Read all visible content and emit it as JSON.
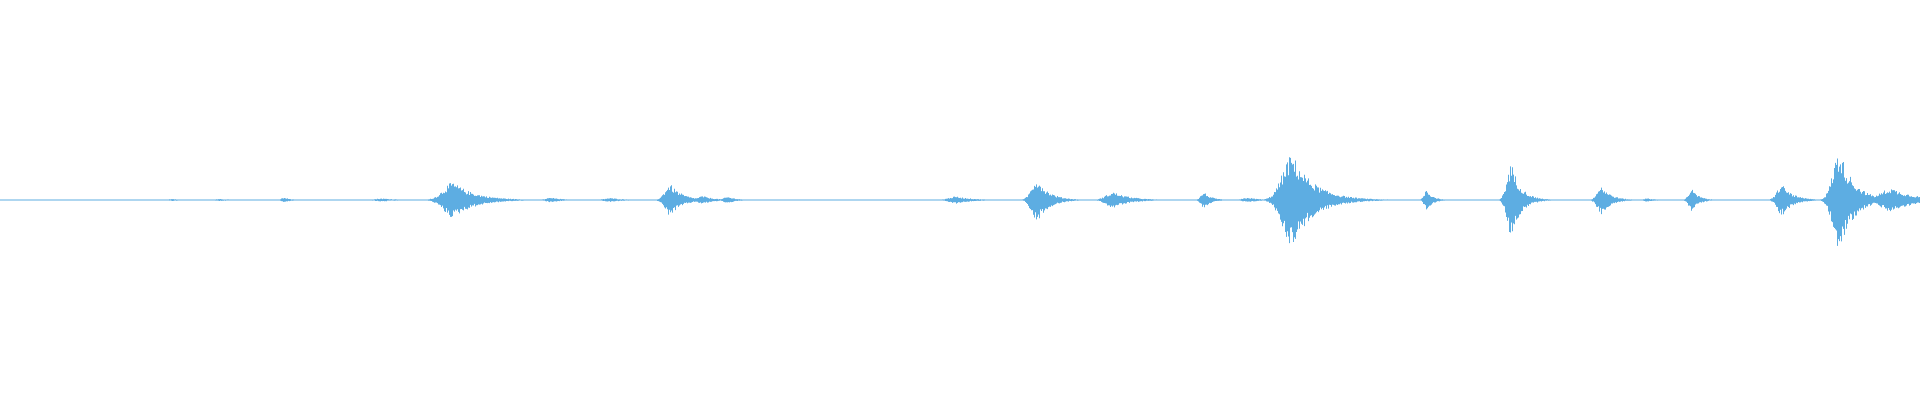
{
  "waveform": {
    "color": "#5dade2",
    "bursts": [
      {
        "t": 0.09,
        "w": 0.01,
        "a": 0.005
      },
      {
        "t": 0.115,
        "w": 0.012,
        "a": 0.005
      },
      {
        "t": 0.148,
        "w": 0.006,
        "a": 0.012
      },
      {
        "t": 0.199,
        "w": 0.014,
        "a": 0.008
      },
      {
        "t": 0.236,
        "w": 0.018,
        "a": 0.09
      },
      {
        "t": 0.287,
        "w": 0.01,
        "a": 0.012
      },
      {
        "t": 0.318,
        "w": 0.012,
        "a": 0.01
      },
      {
        "t": 0.349,
        "w": 0.01,
        "a": 0.08
      },
      {
        "t": 0.366,
        "w": 0.01,
        "a": 0.02
      },
      {
        "t": 0.379,
        "w": 0.008,
        "a": 0.016
      },
      {
        "t": 0.498,
        "w": 0.014,
        "a": 0.018
      },
      {
        "t": 0.54,
        "w": 0.01,
        "a": 0.11
      },
      {
        "t": 0.58,
        "w": 0.014,
        "a": 0.04
      },
      {
        "t": 0.627,
        "w": 0.006,
        "a": 0.04
      },
      {
        "t": 0.65,
        "w": 0.01,
        "a": 0.012
      },
      {
        "t": 0.673,
        "w": 0.018,
        "a": 0.23
      },
      {
        "t": 0.743,
        "w": 0.005,
        "a": 0.055
      },
      {
        "t": 0.787,
        "w": 0.008,
        "a": 0.185
      },
      {
        "t": 0.834,
        "w": 0.008,
        "a": 0.072
      },
      {
        "t": 0.858,
        "w": 0.008,
        "a": 0.008
      },
      {
        "t": 0.881,
        "w": 0.006,
        "a": 0.055
      },
      {
        "t": 0.928,
        "w": 0.009,
        "a": 0.08
      },
      {
        "t": 0.958,
        "w": 0.012,
        "a": 0.25
      },
      {
        "t": 0.985,
        "w": 0.02,
        "a": 0.06
      }
    ]
  }
}
